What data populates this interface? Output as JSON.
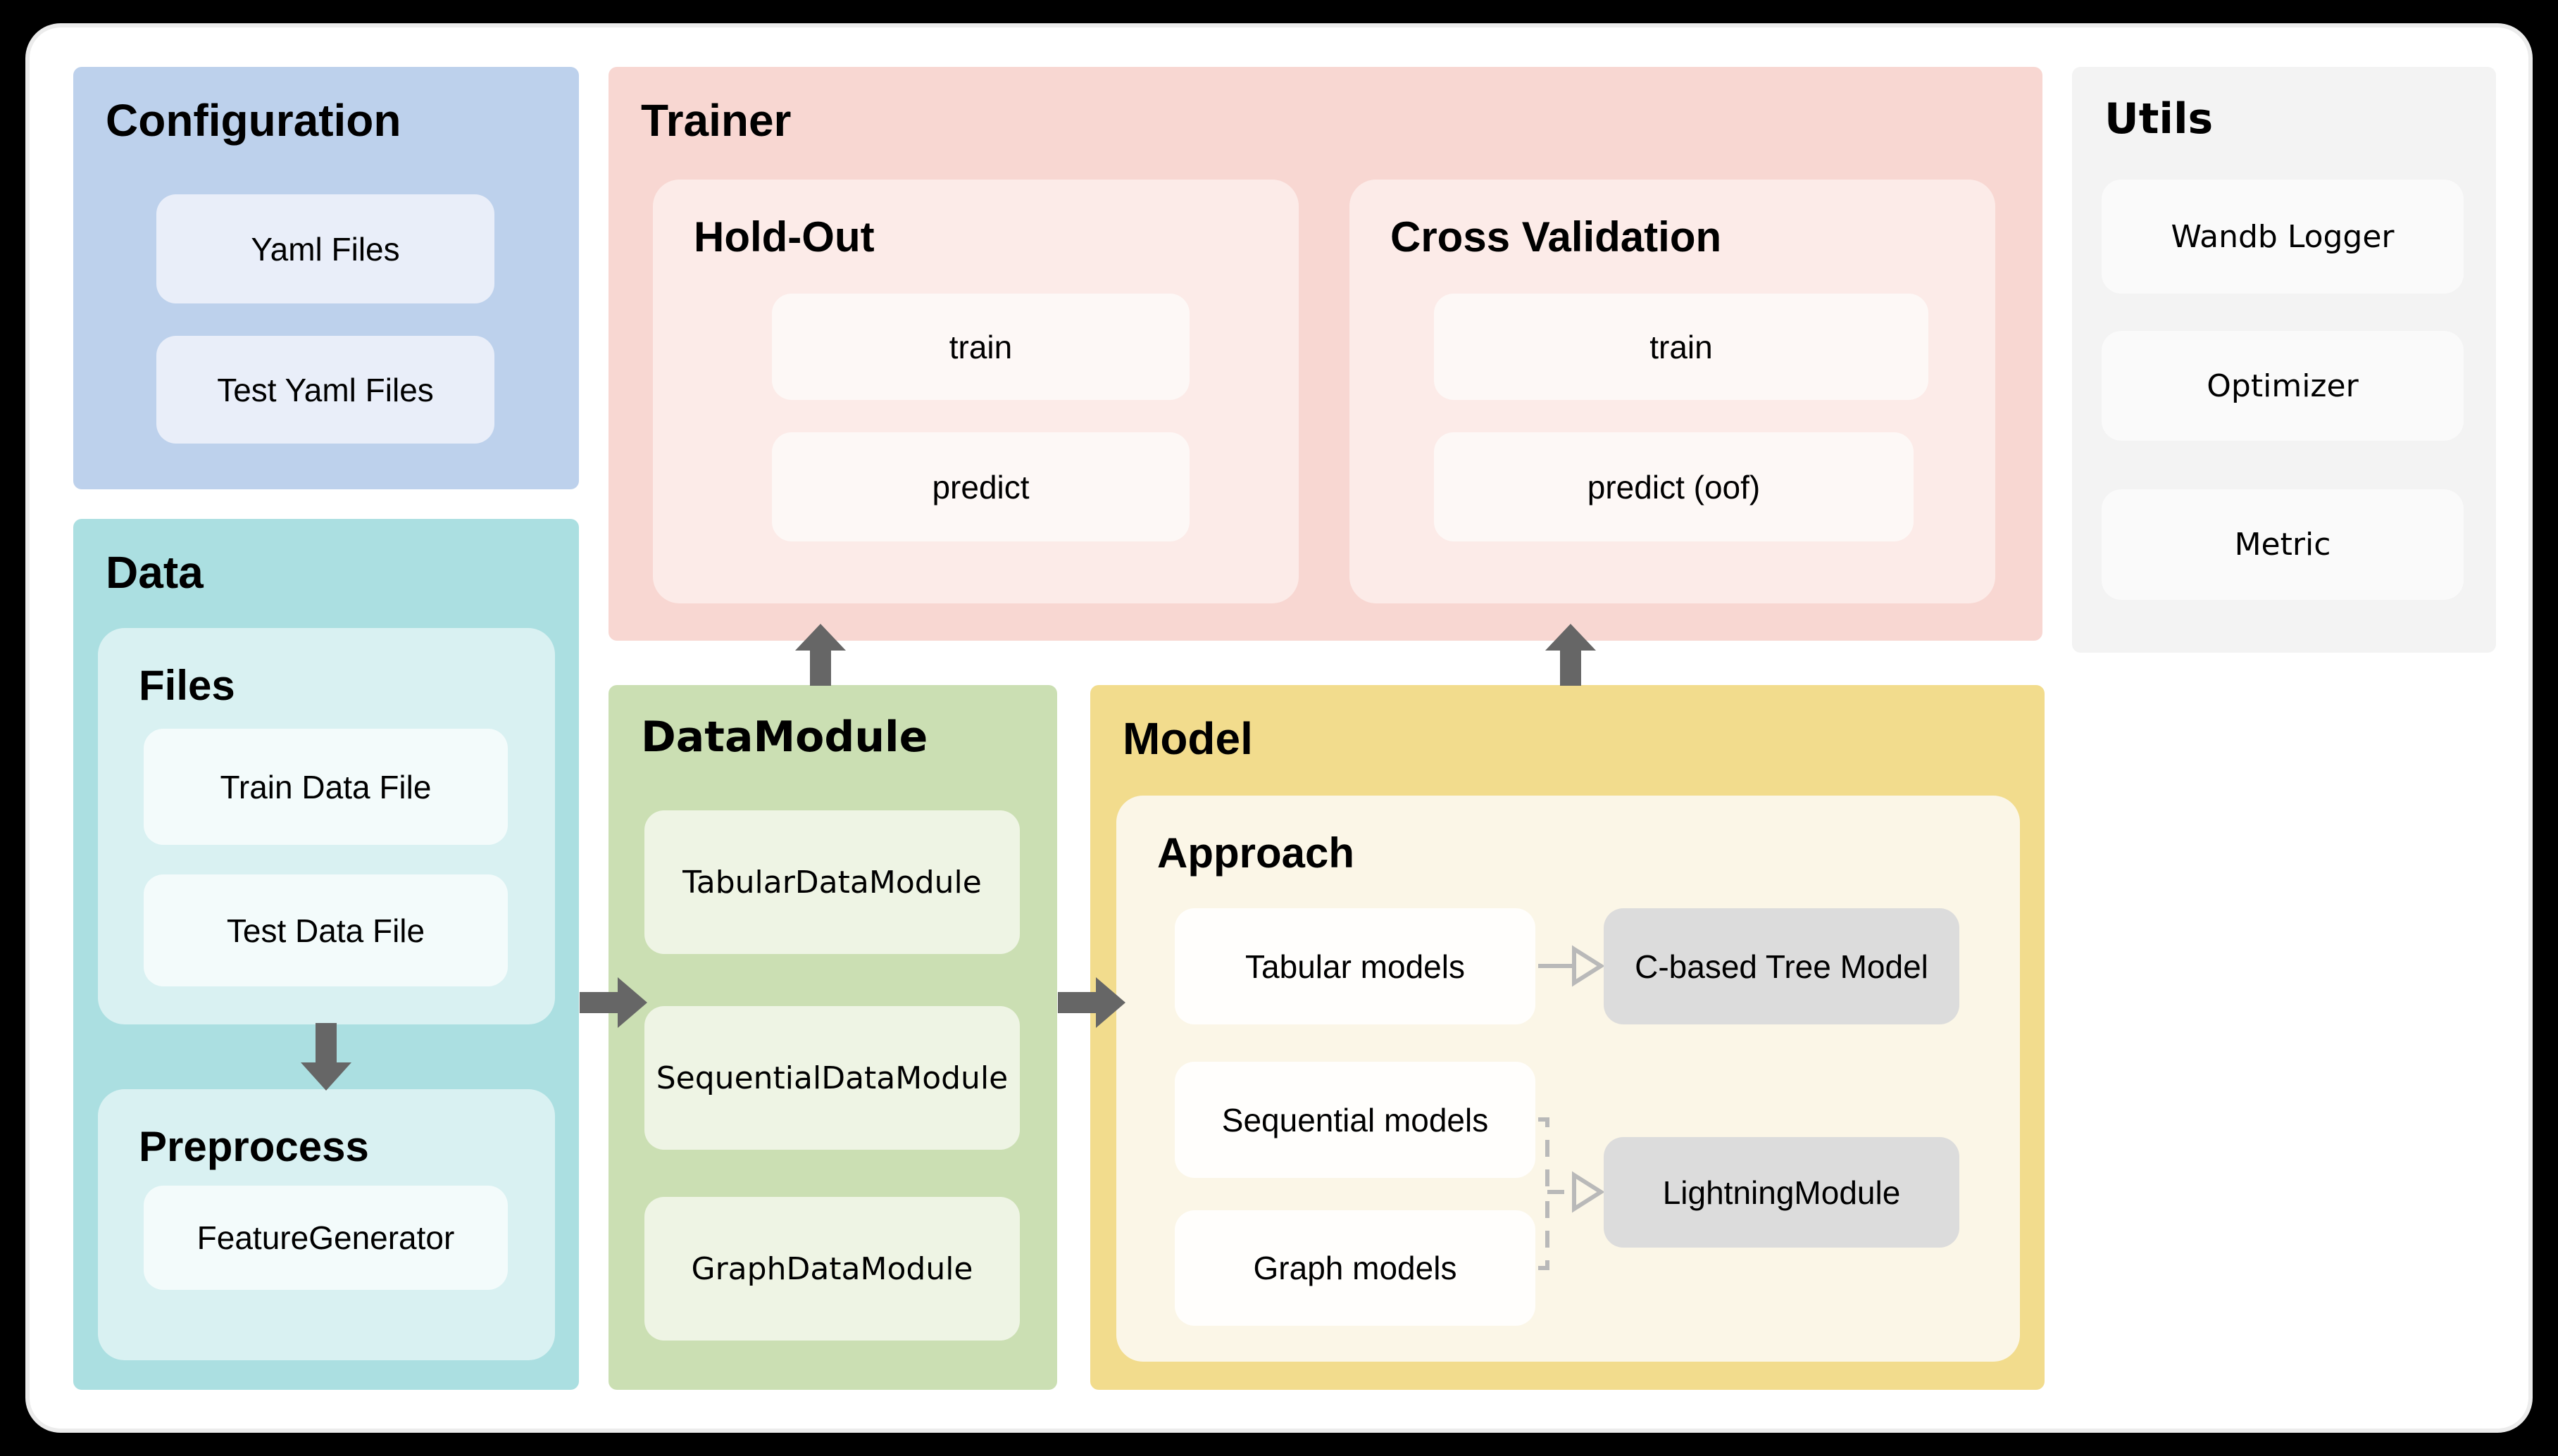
{
  "sections": {
    "configuration": {
      "title": "Configuration",
      "items": [
        {
          "label": "Yaml Files"
        },
        {
          "label": "Test Yaml Files"
        }
      ]
    },
    "data": {
      "title": "Data",
      "files": {
        "title": "Files",
        "items": [
          {
            "label": "Train Data File"
          },
          {
            "label": "Test Data File"
          }
        ]
      },
      "preprocess": {
        "title": "Preprocess",
        "items": [
          {
            "label": "FeatureGenerator"
          }
        ]
      }
    },
    "trainer": {
      "title": "Trainer",
      "holdout": {
        "title": "Hold-Out",
        "items": [
          {
            "label": "train"
          },
          {
            "label": "predict"
          }
        ]
      },
      "cross_validation": {
        "title": "Cross Validation",
        "items": [
          {
            "label": "train"
          },
          {
            "label": "predict (oof)"
          }
        ]
      }
    },
    "utils": {
      "title": "Utils",
      "items": [
        {
          "label": "Wandb Logger"
        },
        {
          "label": "Optimizer"
        },
        {
          "label": "Metric"
        }
      ]
    },
    "datamodule": {
      "title": "DataModule",
      "items": [
        {
          "label": "TabularDataModule"
        },
        {
          "label": "SequentialDataModule"
        },
        {
          "label": "GraphDataModule"
        }
      ]
    },
    "model": {
      "title": "Model",
      "approach": {
        "title": "Approach",
        "sources": [
          {
            "label": "Tabular models"
          },
          {
            "label": "Sequential models"
          },
          {
            "label": "Graph models"
          }
        ],
        "targets": [
          {
            "label": "C-based Tree Model"
          },
          {
            "label": "LightningModule"
          }
        ]
      }
    }
  },
  "arrows": [
    {
      "name": "arrow-files-to-preprocess",
      "from": "Files",
      "to": "Preprocess"
    },
    {
      "name": "arrow-data-to-datamodule",
      "from": "Data",
      "to": "DataModule"
    },
    {
      "name": "arrow-datamodule-to-model",
      "from": "DataModule",
      "to": "Model"
    },
    {
      "name": "arrow-datamodule-to-trainer",
      "from": "DataModule",
      "to": "Trainer"
    },
    {
      "name": "arrow-model-to-trainer",
      "from": "Model",
      "to": "Trainer"
    },
    {
      "name": "connector-tabular-to-tree-model",
      "from": "Tabular models",
      "to": "C-based Tree Model"
    },
    {
      "name": "connector-sequential-graph-to-lightningmodule",
      "from": "Sequential models / Graph models",
      "to": "LightningModule"
    }
  ],
  "colors": {
    "background": "#000000",
    "card": "#ffffff",
    "configuration_blue": "#bdd1ec",
    "configuration_leaf": "#e9eef9",
    "data_teal": "#abdfe1",
    "data_panel": "#d9f1f2",
    "data_leaf": "#f3fbfb",
    "trainer_pink": "#f8d7d2",
    "trainer_panel": "#fcebe8",
    "trainer_leaf": "#fdf8f6",
    "datamodule_green": "#cbdfb3",
    "datamodule_leaf": "#eef4e4",
    "model_yellow": "#f2dc8d",
    "model_panel": "#fbf6e7",
    "model_source_leaf": "#fffefc",
    "model_target_leaf": "#dcdcdc",
    "utils_gray": "#f3f3f3",
    "utils_leaf": "#fafafa",
    "arrow_dark": "#666666",
    "connector_gray": "#b9b9b9"
  }
}
